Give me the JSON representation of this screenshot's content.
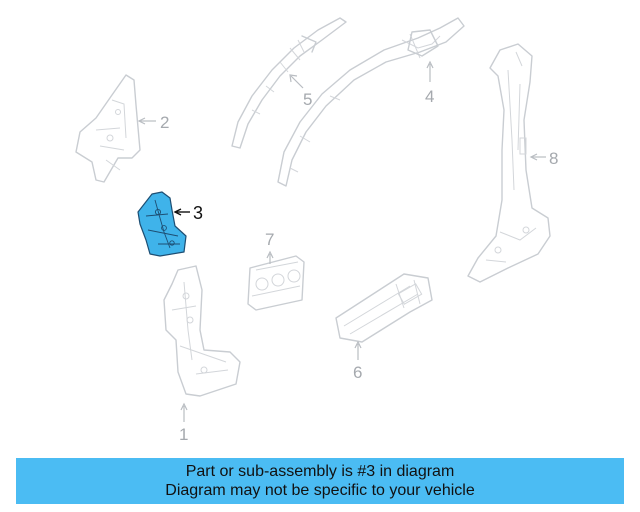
{
  "callouts": [
    {
      "id": "1",
      "label": "1",
      "highlighted": false
    },
    {
      "id": "2",
      "label": "2",
      "highlighted": false
    },
    {
      "id": "3",
      "label": "3",
      "highlighted": true
    },
    {
      "id": "4",
      "label": "4",
      "highlighted": false
    },
    {
      "id": "5",
      "label": "5",
      "highlighted": false
    },
    {
      "id": "6",
      "label": "6",
      "highlighted": false
    },
    {
      "id": "7",
      "label": "7",
      "highlighted": false
    },
    {
      "id": "8",
      "label": "8",
      "highlighted": false
    }
  ],
  "colors": {
    "highlight": "#3fb3ea",
    "banner": "#4bbcf3",
    "outline": "#c9cdd2"
  },
  "banner": {
    "line1": "Part or sub-assembly is #3 in diagram",
    "line2": "Diagram may not be specific to your vehicle"
  }
}
